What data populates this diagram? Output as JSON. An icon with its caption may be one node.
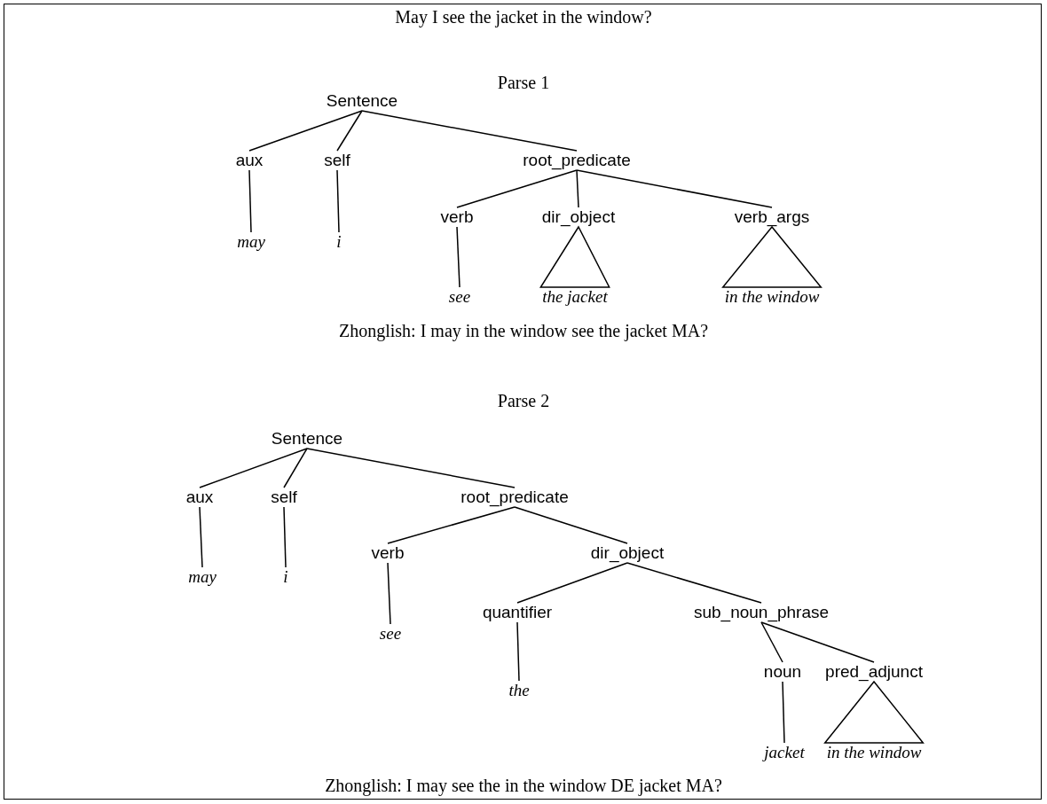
{
  "diagram": {
    "title": "May I see the jacket in the window?",
    "nodes": [
      {
        "text": [
          "Sentence"
        ]
      },
      {
        "text": [
          "aux"
        ]
      },
      {
        "text": [
          "self"
        ]
      },
      {
        "text": [
          "root_predicate"
        ]
      },
      {
        "text": [
          "may"
        ]
      },
      {
        "text": [
          "i"
        ]
      },
      {
        "text": [
          "verb"
        ]
      },
      {
        "text": [
          "dir_object"
        ]
      },
      {
        "text": [
          "verb_args"
        ]
      },
      {
        "text": [
          "see"
        ]
      },
      {
        "text": [
          "the jacket"
        ]
      },
      {
        "text": [
          "in the window"
        ]
      },
      {
        "text": [
          "Sentence"
        ]
      },
      {
        "text": [
          "aux"
        ]
      },
      {
        "text": [
          "self"
        ]
      },
      {
        "text": [
          "root_predicate"
        ]
      },
      {
        "text": [
          "may"
        ]
      },
      {
        "text": [
          "i"
        ]
      },
      {
        "text": [
          "verb"
        ]
      },
      {
        "text": [
          "dir_object"
        ]
      },
      {
        "text": [
          "see"
        ]
      },
      {
        "text": [
          "quantifier"
        ]
      },
      {
        "text": [
          "sub_noun_phrase"
        ]
      },
      {
        "text": [
          "the"
        ]
      },
      {
        "text": [
          "noun"
        ]
      },
      {
        "text": [
          "pred_adjunct"
        ]
      },
      {
        "text": [
          "jacket"
        ]
      },
      {
        "text": [
          "in the window"
        ]
      }
    ],
    "edges": [
      {
        "from": 0,
        "to": 1,
        "arrow": "none"
      },
      {
        "from": 0,
        "to": 2,
        "arrow": "none"
      },
      {
        "from": 0,
        "to": 3,
        "arrow": "none"
      },
      {
        "from": 1,
        "to": 4,
        "arrow": "none"
      },
      {
        "from": 2,
        "to": 5,
        "arrow": "none"
      },
      {
        "from": 3,
        "to": 6,
        "arrow": "none"
      },
      {
        "from": 3,
        "to": 7,
        "arrow": "none"
      },
      {
        "from": 3,
        "to": 8,
        "arrow": "none"
      },
      {
        "from": 6,
        "to": 9,
        "arrow": "none"
      },
      {
        "from": 7,
        "to": 10,
        "arrow": "none"
      },
      {
        "from": 8,
        "to": 11,
        "arrow": "none"
      },
      {
        "from": 12,
        "to": 13,
        "arrow": "none"
      },
      {
        "from": 12,
        "to": 14,
        "arrow": "none"
      },
      {
        "from": 12,
        "to": 15,
        "arrow": "none"
      },
      {
        "from": 13,
        "to": 16,
        "arrow": "none"
      },
      {
        "from": 14,
        "to": 17,
        "arrow": "none"
      },
      {
        "from": 15,
        "to": 18,
        "arrow": "none"
      },
      {
        "from": 15,
        "to": 19,
        "arrow": "none"
      },
      {
        "from": 18,
        "to": 20,
        "arrow": "none"
      },
      {
        "from": 19,
        "to": 21,
        "arrow": "none"
      },
      {
        "from": 19,
        "to": 22,
        "arrow": "none"
      },
      {
        "from": 21,
        "to": 23,
        "arrow": "none"
      },
      {
        "from": 22,
        "to": 24,
        "arrow": "none"
      },
      {
        "from": 22,
        "to": 25,
        "arrow": "none"
      },
      {
        "from": 24,
        "to": 26,
        "arrow": "none"
      },
      {
        "from": 25,
        "to": 27,
        "arrow": "none"
      }
    ],
    "labels": [
      "Parse 1",
      "Zhonglish: I may in the window see the jacket MA?",
      "Parse 2",
      "Zhonglish: I may see the in the window DE jacket MA?"
    ]
  }
}
